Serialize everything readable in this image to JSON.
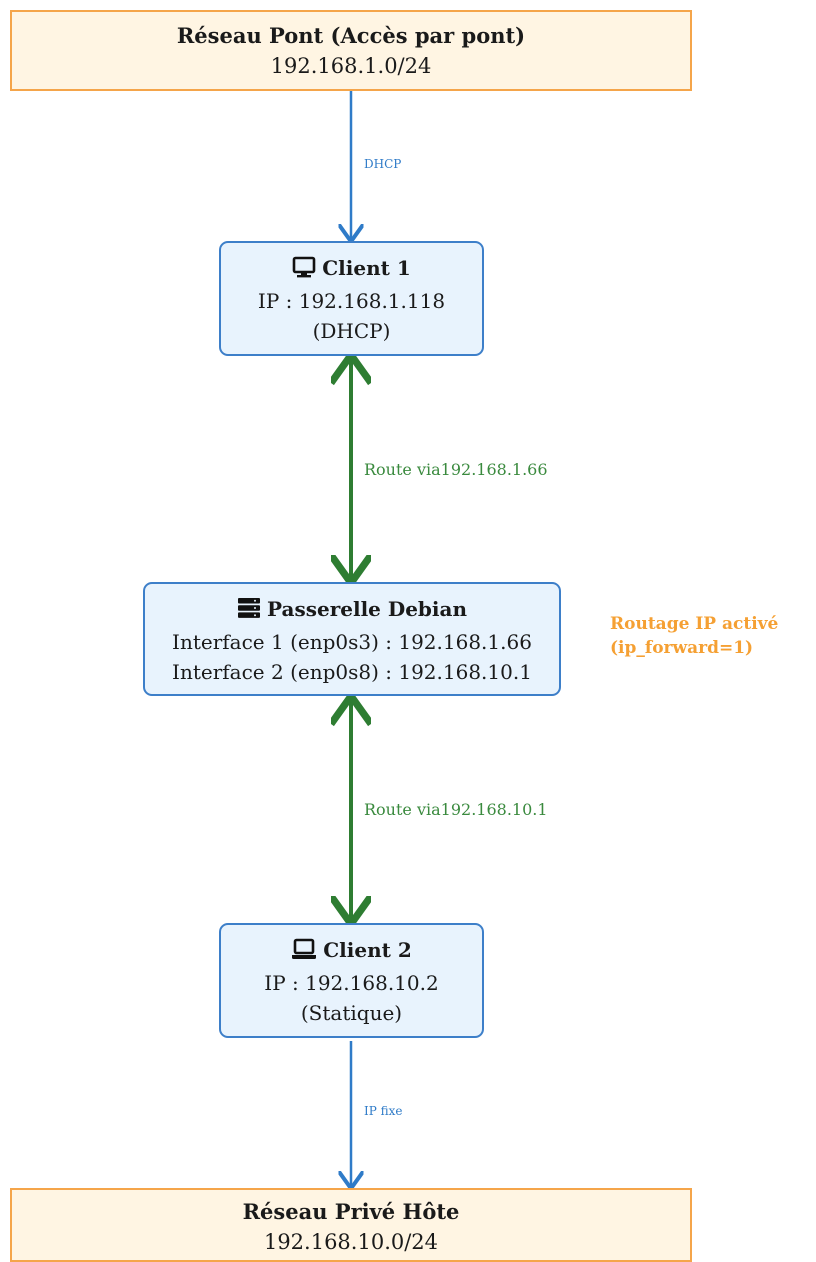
{
  "bridge_network": {
    "title": "Réseau Pont (Accès par pont)",
    "subnet": "192.168.1.0/24"
  },
  "client1": {
    "icon": "monitor-icon",
    "title": "Client 1",
    "ip": "IP : 192.168.1.118",
    "mode": "(DHCP)"
  },
  "gateway": {
    "icon": "server-icon",
    "title": "Passerelle Debian",
    "if1": "Interface 1 (enp0s3) : 192.168.1.66",
    "if2": "Interface 2 (enp0s8) : 192.168.10.1"
  },
  "gateway_note": {
    "line1": "Routage IP activé",
    "line2": "(ip_forward=1)"
  },
  "client2": {
    "icon": "laptop-icon",
    "title": "Client 2",
    "ip": "IP : 192.168.10.2",
    "mode": "(Statique)"
  },
  "private_network": {
    "title": "Réseau Privé Hôte",
    "subnet": "192.168.10.0/24"
  },
  "edges": {
    "dhcp": "DHCP",
    "route1": "Route via192.168.1.66",
    "route2": "Route via192.168.10.1",
    "ip_fixe": "IP fixe"
  },
  "colors": {
    "blue": "#2f7bc8",
    "green": "#2e7d32",
    "orange": "#f5a54a"
  }
}
